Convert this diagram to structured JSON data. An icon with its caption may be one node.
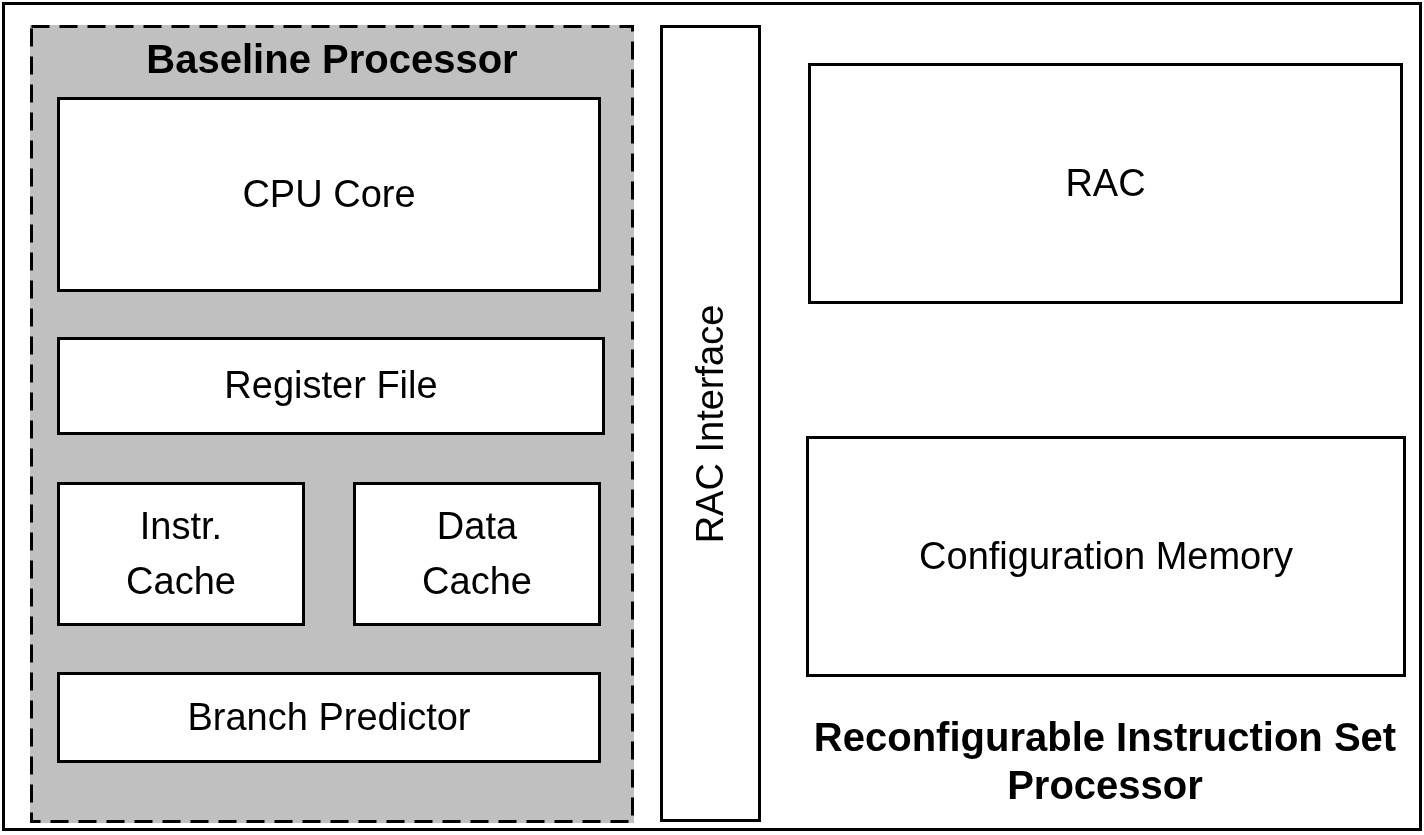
{
  "diagram": {
    "nodes": [
      {
        "text": [
          "Reconfigurable Instruction Set Processor"
        ]
      },
      {
        "text": [
          "Baseline Processor"
        ],
        "in": 0
      },
      {
        "text": [
          "CPU Core"
        ],
        "in": 1
      },
      {
        "text": [
          "Register File"
        ],
        "in": 1
      },
      {
        "text": [
          "Instr. Cache"
        ],
        "in": 1
      },
      {
        "text": [
          "Data Cache"
        ],
        "in": 1
      },
      {
        "text": [
          "Branch Predictor"
        ],
        "in": 1
      },
      {
        "text": [
          "RAC Interface"
        ],
        "in": 0
      },
      {
        "text": [
          "RAC"
        ],
        "in": 0
      },
      {
        "text": [
          "Configuration Memory"
        ],
        "in": 0
      }
    ],
    "edges": []
  }
}
